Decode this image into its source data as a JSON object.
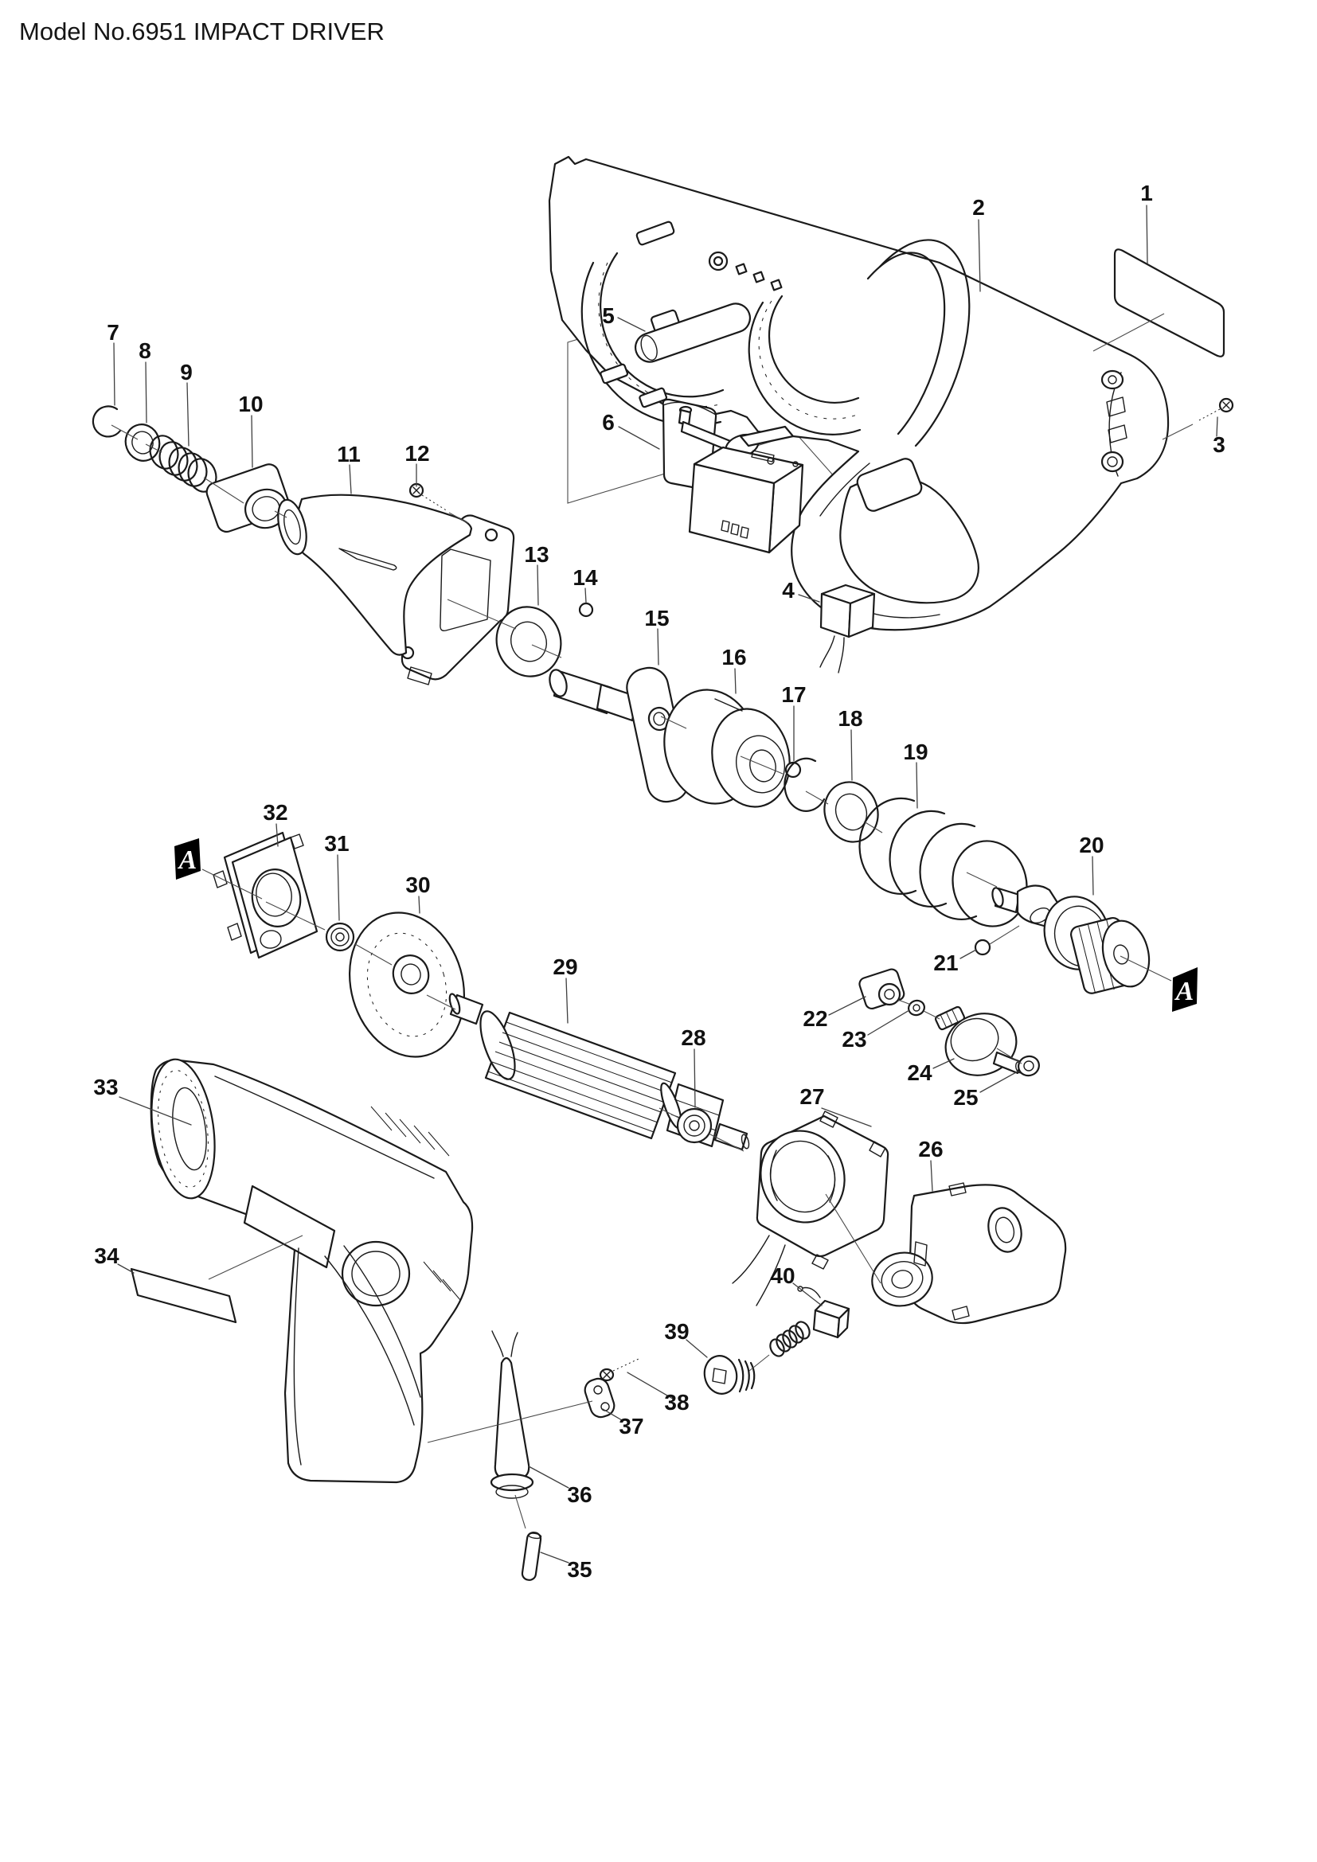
{
  "title": "Model No.6951 IMPACT DRIVER",
  "colors": {
    "line": "#1a1a1a",
    "background": "#ffffff",
    "leader": "#3f3f3f",
    "marker_bg": "#000000",
    "marker_text": "#ffffff"
  },
  "view_markers": {
    "left": "A",
    "right": "A"
  },
  "callouts": {
    "c1": "1",
    "c2": "2",
    "c3": "3",
    "c4": "4",
    "c5": "5",
    "c6": "6",
    "c7": "7",
    "c8": "8",
    "c9": "9",
    "c10": "10",
    "c11": "11",
    "c12": "12",
    "c13": "13",
    "c14": "14",
    "c15": "15",
    "c16": "16",
    "c17": "17",
    "c18": "18",
    "c19": "19",
    "c20": "20",
    "c21": "21",
    "c22": "22",
    "c23": "23",
    "c24": "24",
    "c25": "25",
    "c26": "26",
    "c27": "27",
    "c28": "28",
    "c29": "29",
    "c30": "30",
    "c31": "31",
    "c32": "32",
    "c33": "33",
    "c34": "34",
    "c35": "35",
    "c36": "36",
    "c37": "37",
    "c38": "38",
    "c39": "39",
    "c40": "40"
  }
}
